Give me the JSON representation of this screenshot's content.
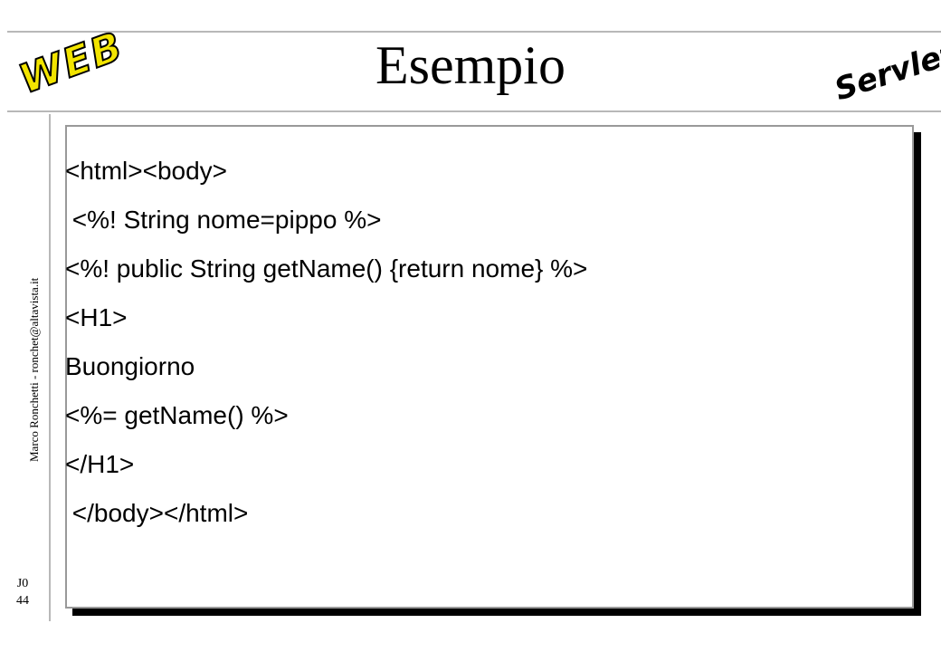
{
  "slide": {
    "title": "Esempio",
    "logo_left": "WEB",
    "logo_right": "Servlets",
    "side_credit": "Marco Ronchetti  -  ronchet@altavista.it",
    "page_code": "J0",
    "page_number": "44"
  },
  "code_lines": [
    "<html><body>",
    " <%! String nome=pippo %>",
    "<%! public String getName() {return nome} %>",
    "<H1>",
    "Buongiorno",
    "<%= getName() %>",
    "</H1>",
    " </body></html>"
  ]
}
